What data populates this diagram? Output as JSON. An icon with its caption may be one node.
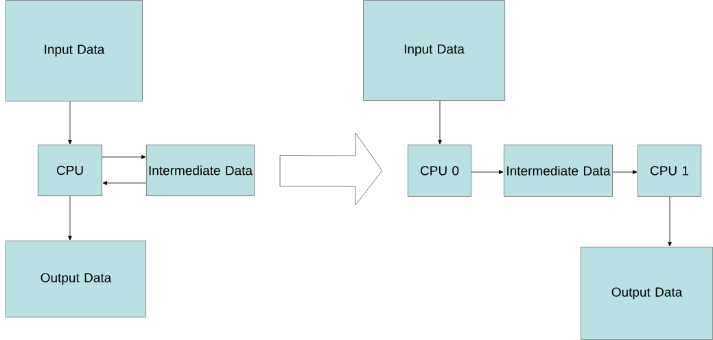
{
  "diagram": {
    "nodes": [
      {
        "text": [
          "Input Data"
        ]
      },
      {
        "text": [
          "CPU"
        ]
      },
      {
        "text": [
          "Intermediate Data"
        ]
      },
      {
        "text": [
          "Output Data"
        ]
      },
      {
        "text": [
          "Input Data"
        ]
      },
      {
        "text": [
          "CPU 0"
        ]
      },
      {
        "text": [
          "Intermediate Data"
        ]
      },
      {
        "text": [
          "CPU 1"
        ]
      },
      {
        "text": [
          "Output Data"
        ]
      }
    ],
    "edges": [
      {
        "from": 0,
        "to": 1,
        "arrow": "to"
      },
      {
        "from": 1,
        "to": 2,
        "arrow": "to"
      },
      {
        "from": 2,
        "to": 1,
        "arrow": "to"
      },
      {
        "from": 1,
        "to": 3,
        "arrow": "to"
      },
      {
        "from": 2,
        "to": 5,
        "arrow": "to",
        "style": "thick"
      },
      {
        "from": 4,
        "to": 5,
        "arrow": "to"
      },
      {
        "from": 5,
        "to": 6,
        "arrow": "to"
      },
      {
        "from": 6,
        "to": 7,
        "arrow": "to"
      },
      {
        "from": 7,
        "to": 8,
        "arrow": "to"
      }
    ]
  }
}
